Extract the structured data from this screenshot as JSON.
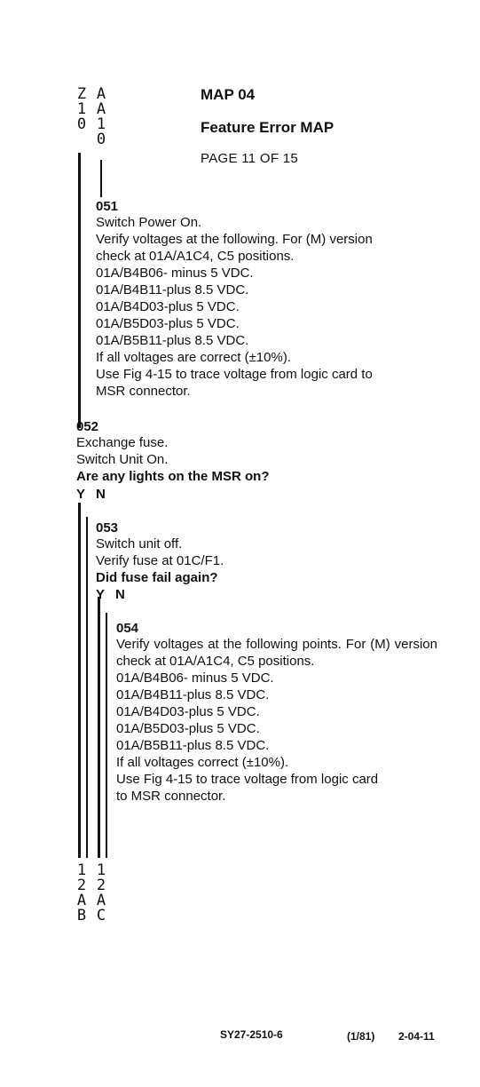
{
  "header": {
    "title": "MAP 04",
    "subtitle": "Feature Error MAP",
    "page": "PAGE  11  OF  15",
    "connectors_top": [
      [
        "Z",
        "1",
        "0"
      ],
      [
        "A",
        "A",
        "1",
        "0"
      ]
    ]
  },
  "step051": {
    "num": "051",
    "lines": [
      "Switch Power On.",
      "Verify voltages at the following.  For (M) version",
      "check at 01A/A1C4, C5 positions.",
      "01A/B4B06- minus 5 VDC.",
      "01A/B4B11-plus 8.5 VDC.",
      "01A/B4D03-plus 5 VDC.",
      "01A/B5D03-plus 5 VDC.",
      "01A/B5B11-plus 8.5 VDC.",
      "If all voltages are correct (±10%).",
      "Use Fig 4-15 to trace voltage from logic card to",
      "MSR connector."
    ]
  },
  "step052": {
    "num": "052",
    "lines": [
      "Exchange fuse.",
      "Switch Unit On."
    ],
    "question": "Are any lights on the MSR on?",
    "y": "Y",
    "n": "N"
  },
  "step053": {
    "num": "053",
    "lines": [
      "Switch unit off.",
      "Verify fuse at 01C/F1."
    ],
    "question": "Did fuse fail again?",
    "y": "Y",
    "n": "N"
  },
  "step054": {
    "num": "054",
    "para": "Verify voltages at the following points.  For (M) version check at 01A/A1C4, C5 positions.",
    "lines": [
      "01A/B4B06- minus 5 VDC.",
      "01A/B4B11-plus 8.5 VDC.",
      "01A/B4D03-plus 5 VDC.",
      "01A/B5D03-plus 5 VDC.",
      "01A/B5B11-plus 8.5 VDC.",
      "If all voltages correct (±10%).",
      "Use Fig 4-15 to trace voltage from logic card",
      "to MSR connector."
    ]
  },
  "connectors_bottom": [
    [
      "1",
      "2",
      "A",
      "B"
    ],
    [
      "1",
      "2",
      "A",
      "C"
    ]
  ],
  "footer": {
    "doc": "SY27-2510-6",
    "date": "(1/81)",
    "pagenum": "2-04-11"
  }
}
